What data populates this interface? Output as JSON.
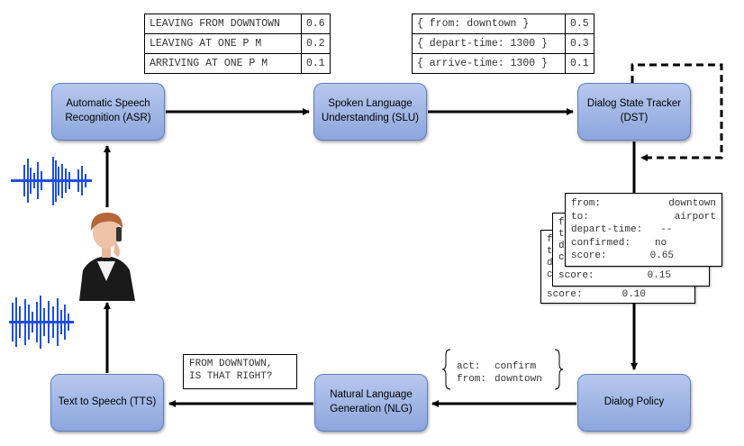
{
  "asr_nbest": [
    {
      "text": "LEAVING FROM DOWNTOWN",
      "score": "0.6"
    },
    {
      "text": "LEAVING AT ONE P M",
      "score": "0.2"
    },
    {
      "text": "ARRIVING AT ONE P M",
      "score": "0.1"
    }
  ],
  "slu_nbest": [
    {
      "text": "{ from: downtown }",
      "score": "0.5"
    },
    {
      "text": "{ depart-time: 1300 }",
      "score": "0.3"
    },
    {
      "text": "{ arrive-time: 1300 }",
      "score": "0.1"
    }
  ],
  "nodes": {
    "asr": "Automatic Speech Recognition (ASR)",
    "slu": "Spoken Language Understanding (SLU)",
    "dst": "Dialog State Tracker (DST)",
    "policy": "Dialog Policy",
    "nlg": "Natural Language Generation (NLG)",
    "tts": "Text to Speech (TTS)"
  },
  "state_front": [
    {
      "k": "from:",
      "v": "downtown"
    },
    {
      "k": "to:",
      "v": "airport"
    },
    {
      "k": "depart-time:",
      "v": "--"
    },
    {
      "k": "confirmed:",
      "v": "no"
    },
    {
      "k": "score:",
      "v": "0.65"
    }
  ],
  "state_mid_score": {
    "k": "score:",
    "v": "0.15"
  },
  "state_back_score": {
    "k": "score:",
    "v": "0.10"
  },
  "state_back_letters": [
    "f",
    "t",
    "d",
    "c"
  ],
  "policy_act": [
    {
      "k": "act:",
      "v": "confirm"
    },
    {
      "k": "from:",
      "v": "downtown"
    }
  ],
  "nlg_text": "FROM DOWNTOWN,\nIS THAT RIGHT?",
  "colors": {
    "node_top": "#b7c8ee",
    "node_bottom": "#8ca6dc",
    "waveform": "#1f4fe0"
  }
}
